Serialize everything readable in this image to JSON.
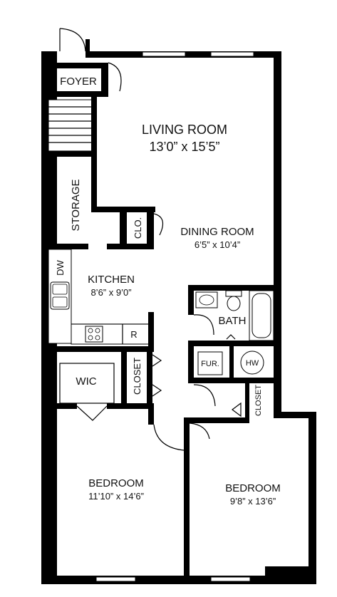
{
  "rooms": {
    "foyer": "FOYER",
    "living_room": "LIVING ROOM",
    "living_room_dim": "13’0” x 15’5”",
    "storage": "STORAGE",
    "clo": "CLO.",
    "dining_room": "DINING ROOM",
    "dining_room_dim": "6’5” x 10’4”",
    "dw": "DW",
    "kitchen": "KITCHEN",
    "kitchen_dim": "8’6” x 9’0”",
    "bath": "BATH",
    "r": "R",
    "fur": "FUR.",
    "hw": "HW",
    "wic": "WIC",
    "closet_hall": "CLOSET",
    "closet_right": "CLOSET",
    "bedroom1": "BEDROOM",
    "bedroom1_dim": "11’10” x 14’6”",
    "bedroom2": "BEDROOM",
    "bedroom2_dim": "9’8” x 13’6”"
  },
  "colors": {
    "wall": "#000000",
    "background": "#ffffff"
  }
}
